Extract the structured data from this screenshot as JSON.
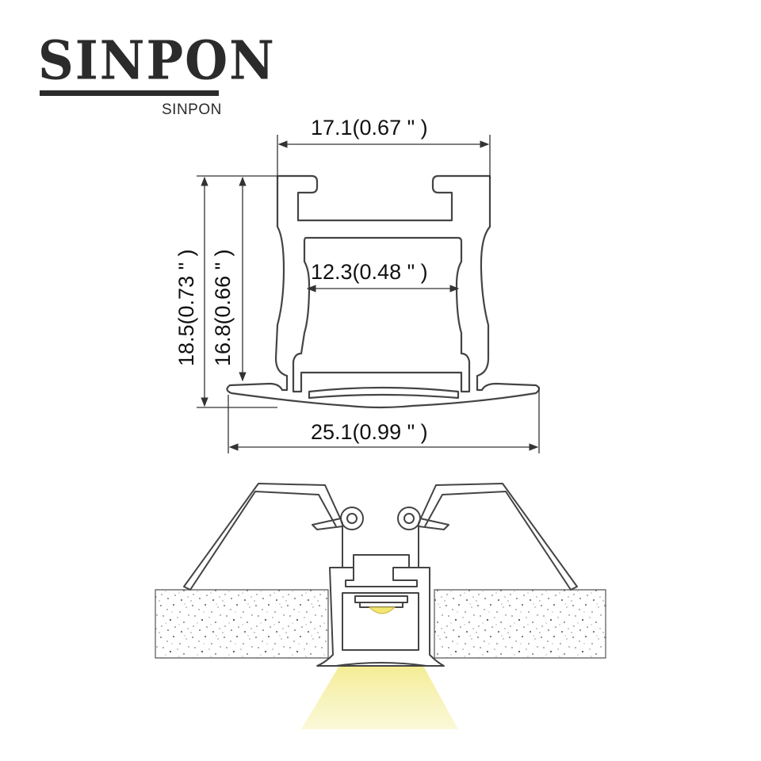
{
  "brand": {
    "logo_text": "SINPON",
    "subtitle": "SINPON"
  },
  "dimensions": {
    "top_width": "17.1(0.67 \" )",
    "inner_width": "12.3(0.48 \" )",
    "bottom_width": "25.1(0.99 \" )",
    "total_height": "18.5(0.73 \" )",
    "body_height": "16.8(0.66 \" )"
  },
  "colors": {
    "line": "#444444",
    "light": "#f3ec8e",
    "wall_dots": "#555555"
  },
  "icons": {
    "profile": "aluminum-profile-cross-section",
    "installation": "recessed-installation-illustration"
  }
}
